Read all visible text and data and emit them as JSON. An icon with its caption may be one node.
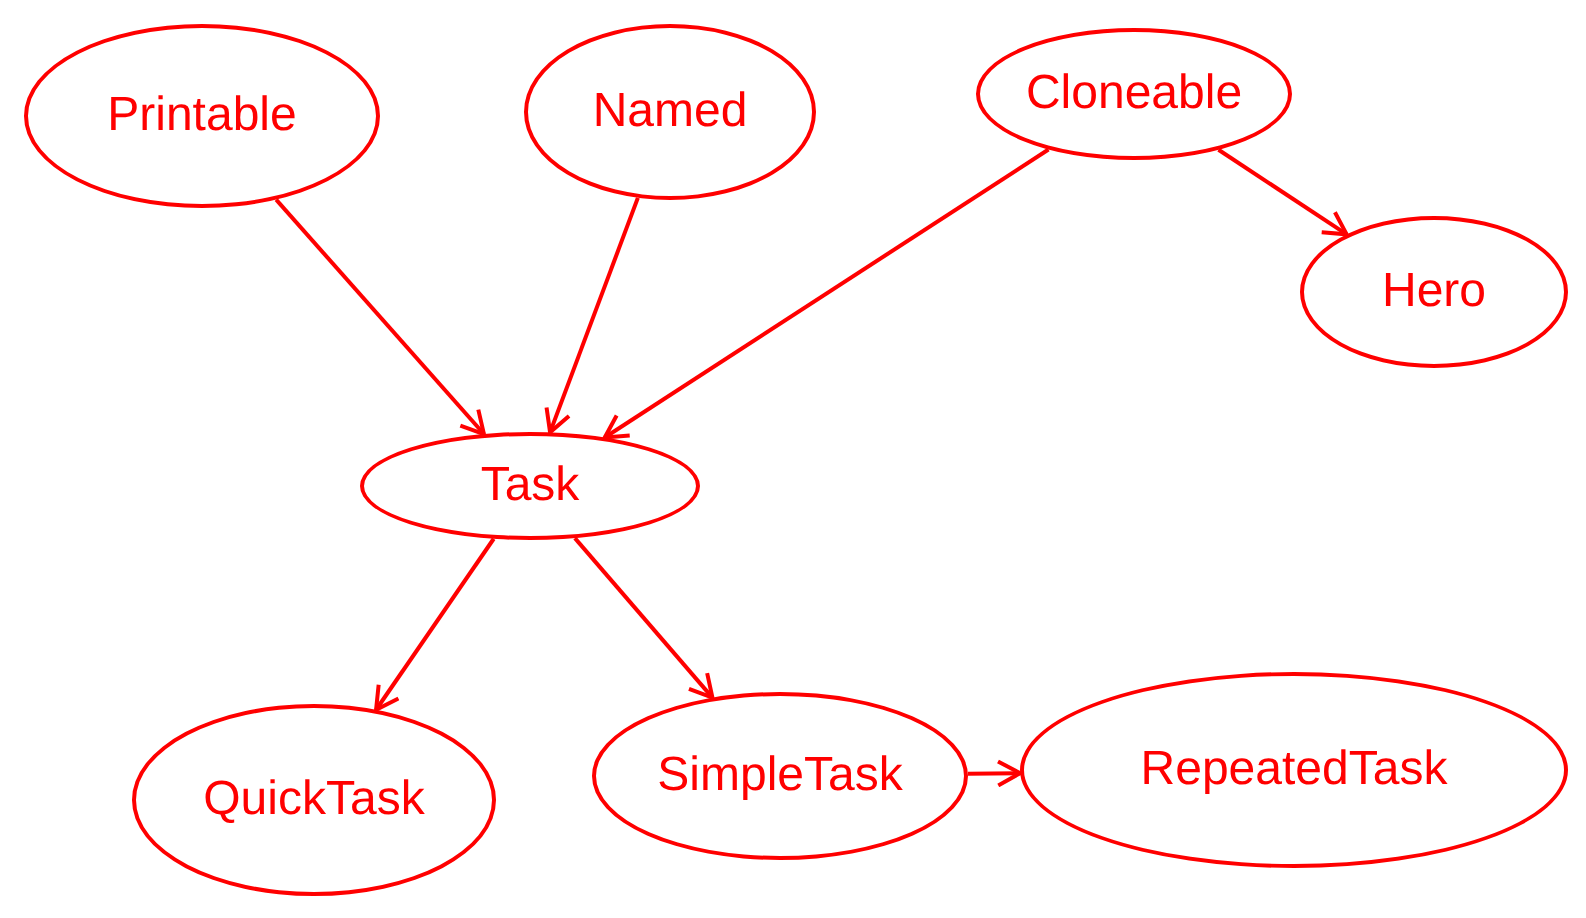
{
  "diagram": {
    "nodes": [
      {
        "text": [
          "Printable"
        ]
      },
      {
        "text": [
          "Named"
        ]
      },
      {
        "text": [
          "Cloneable"
        ]
      },
      {
        "text": [
          "Hero"
        ]
      },
      {
        "text": [
          "Task"
        ]
      },
      {
        "text": [
          "QuickTask"
        ]
      },
      {
        "text": [
          "SimpleTask"
        ]
      },
      {
        "text": [
          "RepeatedTask"
        ]
      }
    ],
    "edges": [
      {
        "from": 0,
        "to": 4,
        "arrow": "to"
      },
      {
        "from": 1,
        "to": 4,
        "arrow": "to"
      },
      {
        "from": 2,
        "to": 4,
        "arrow": "to"
      },
      {
        "from": 2,
        "to": 3,
        "arrow": "to"
      },
      {
        "from": 4,
        "to": 5,
        "arrow": "to"
      },
      {
        "from": 4,
        "to": 6,
        "arrow": "to"
      },
      {
        "from": 6,
        "to": 7,
        "arrow": "to"
      }
    ]
  }
}
